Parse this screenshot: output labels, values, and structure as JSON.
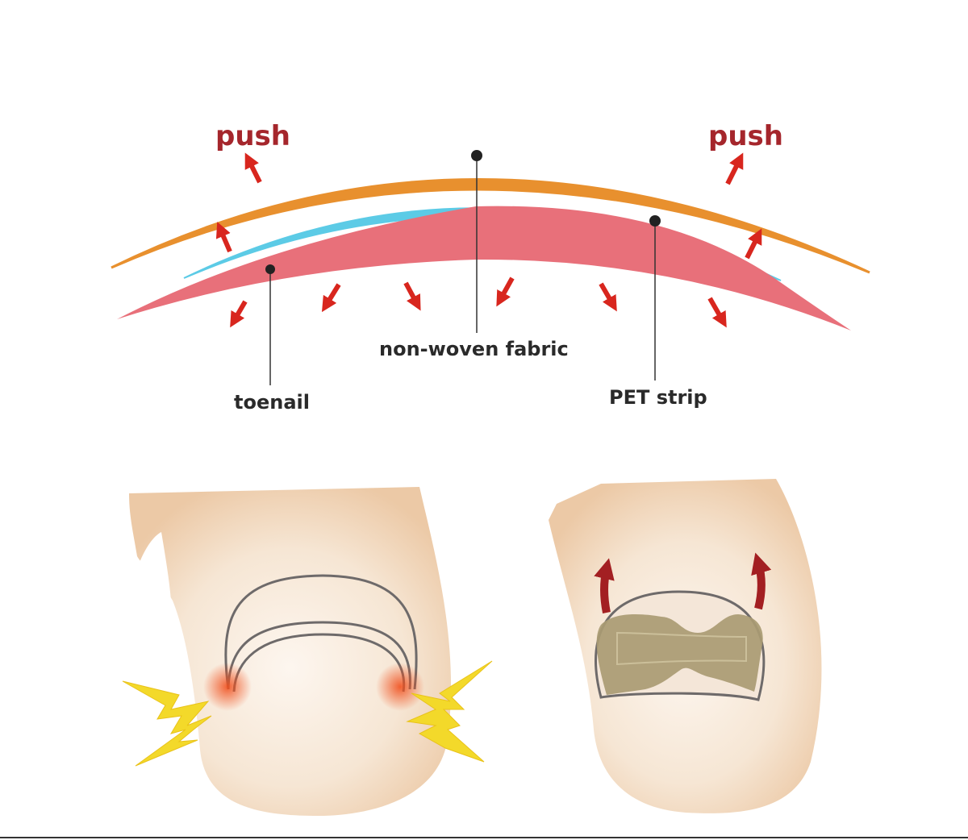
{
  "diagram": {
    "labels": {
      "push_left": "push",
      "push_right": "push",
      "non_woven_fabric": "non-woven fabric",
      "toenail": "toenail",
      "pet_strip": "PET strip"
    },
    "colors": {
      "fabric": "#e8902e",
      "pet_strip": "#5ccbe6",
      "toenail": "#e8707a",
      "arrow": "#d8261e",
      "push_text": "#a5262c",
      "skin": "#f1d7bc",
      "patch": "#a99b73",
      "pain_bolt": "#f3d92a"
    }
  }
}
